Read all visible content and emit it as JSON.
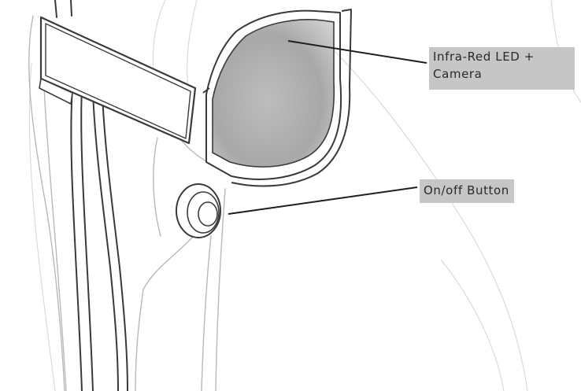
{
  "callouts": {
    "ir_led_camera": {
      "line1": "Infra-Red LED +",
      "line2": "Camera"
    },
    "on_off_button": {
      "text": "On/off Button"
    }
  },
  "colors": {
    "outline": "#3a3a3a",
    "light_outline": "#b9b9b9",
    "lens_fill": "#a9a9a9",
    "label_bg": "#c6c6c6",
    "label_text": "#2a2a2a"
  }
}
